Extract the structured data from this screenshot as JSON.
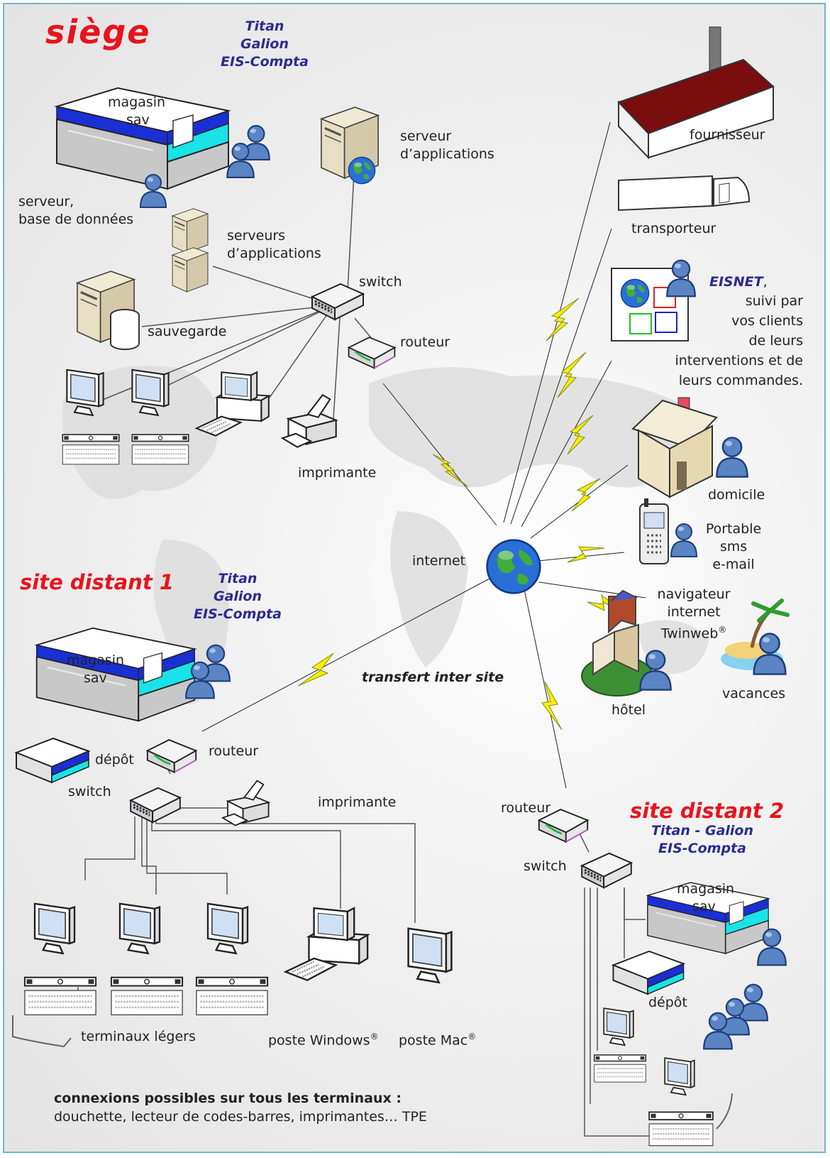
{
  "sites": {
    "siege": {
      "title": "siège",
      "apps": [
        "Titan",
        "Galion",
        "EIS-Compta"
      ]
    },
    "distant1": {
      "title": "site distant 1",
      "apps": [
        "Titan",
        "Galion",
        "EIS-Compta"
      ]
    },
    "distant2": {
      "title": "site distant 2",
      "apps": [
        "Titan - Galion",
        "EIS-Compta"
      ]
    }
  },
  "labels": {
    "magasin": "magasin",
    "sav": "sav",
    "serveur_bdd": [
      "serveur,",
      "base de données"
    ],
    "serveur_app": [
      "serveur",
      "d’applications"
    ],
    "serveurs_app": [
      "serveurs",
      "d’applications"
    ],
    "sauvegarde": "sauvegarde",
    "switch": "switch",
    "routeur": "routeur",
    "imprimante": "imprimante",
    "internet": "internet",
    "fournisseur": "fournisseur",
    "transporteur": "transporteur",
    "eisnet_name": "EISNET",
    "eisnet_rest": ",",
    "eisnet_lines": [
      "suivi par",
      "vos clients",
      "de leurs",
      "interventions et de",
      "leurs commandes."
    ],
    "domicile": "domicile",
    "portable": [
      "Portable",
      "sms",
      "e-mail"
    ],
    "navigateur": [
      "navigateur",
      "internet",
      "Twinweb"
    ],
    "registered": "®",
    "hotel": "hôtel",
    "vacances": "vacances",
    "transfert": "transfert inter site",
    "depot": "dépôt",
    "terminaux": "terminaux légers",
    "poste_windows": "poste Windows",
    "poste_mac": "poste Mac",
    "connexions_title": "connexions possibles sur tous les terminaux :",
    "connexions_text": "douchette, lecteur de codes-barres, imprimantes… TPE"
  },
  "colors": {
    "site_title": "#e8141c",
    "apps": "#2b2b8f",
    "lightning": "#f4f000",
    "store_blue": "#1a2fd4",
    "store_cyan": "#19e3e8",
    "frame": "#6fb6c9"
  }
}
